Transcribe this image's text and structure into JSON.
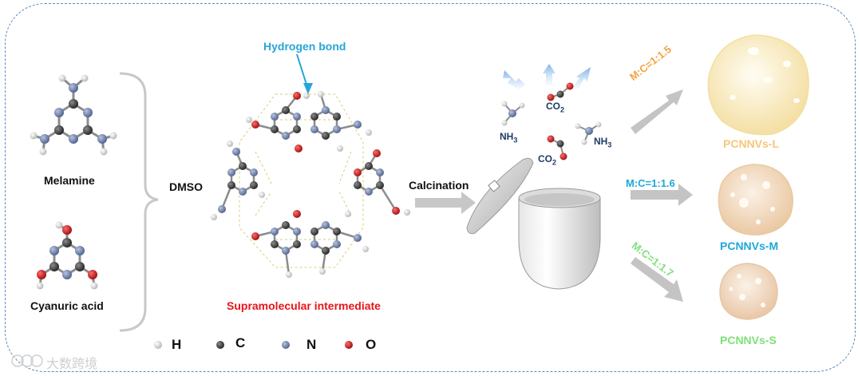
{
  "reactants": {
    "melamine": "Melamine",
    "cyanuric_acid": "Cyanuric acid"
  },
  "solvent": "DMSO",
  "hydrogen_bond": "Hydrogen bond",
  "intermediate": "Supramolecular intermediate",
  "process": "Calcination",
  "gases": {
    "nh3_a": "NH",
    "nh3_b": "NH",
    "co2_a": "CO",
    "co2_b": "CO",
    "sub3": "3",
    "sub2": "2"
  },
  "ratios": [
    "M:C=1:1.5",
    "M:C=1:1.6",
    "M:C=1:1.7"
  ],
  "products": [
    "PCNNVs-L",
    "PCNNVs-M",
    "PCNNVs-S"
  ],
  "legend": [
    {
      "symbol": "H",
      "color": "#e8e8e8"
    },
    {
      "symbol": "C",
      "color": "#3c3c3c"
    },
    {
      "symbol": "N",
      "color": "#6e7fa8"
    },
    {
      "symbol": "O",
      "color": "#d11a1a"
    }
  ],
  "watermark": "大数跨境",
  "colors": {
    "hydrogen_bond": "#27a5d9",
    "intermediate": "#e8141b",
    "ratio_L": "#f4a241",
    "ratio_M": "#1da8d8",
    "ratio_S": "#7ee07a",
    "gas_text": "#1e3c66"
  }
}
